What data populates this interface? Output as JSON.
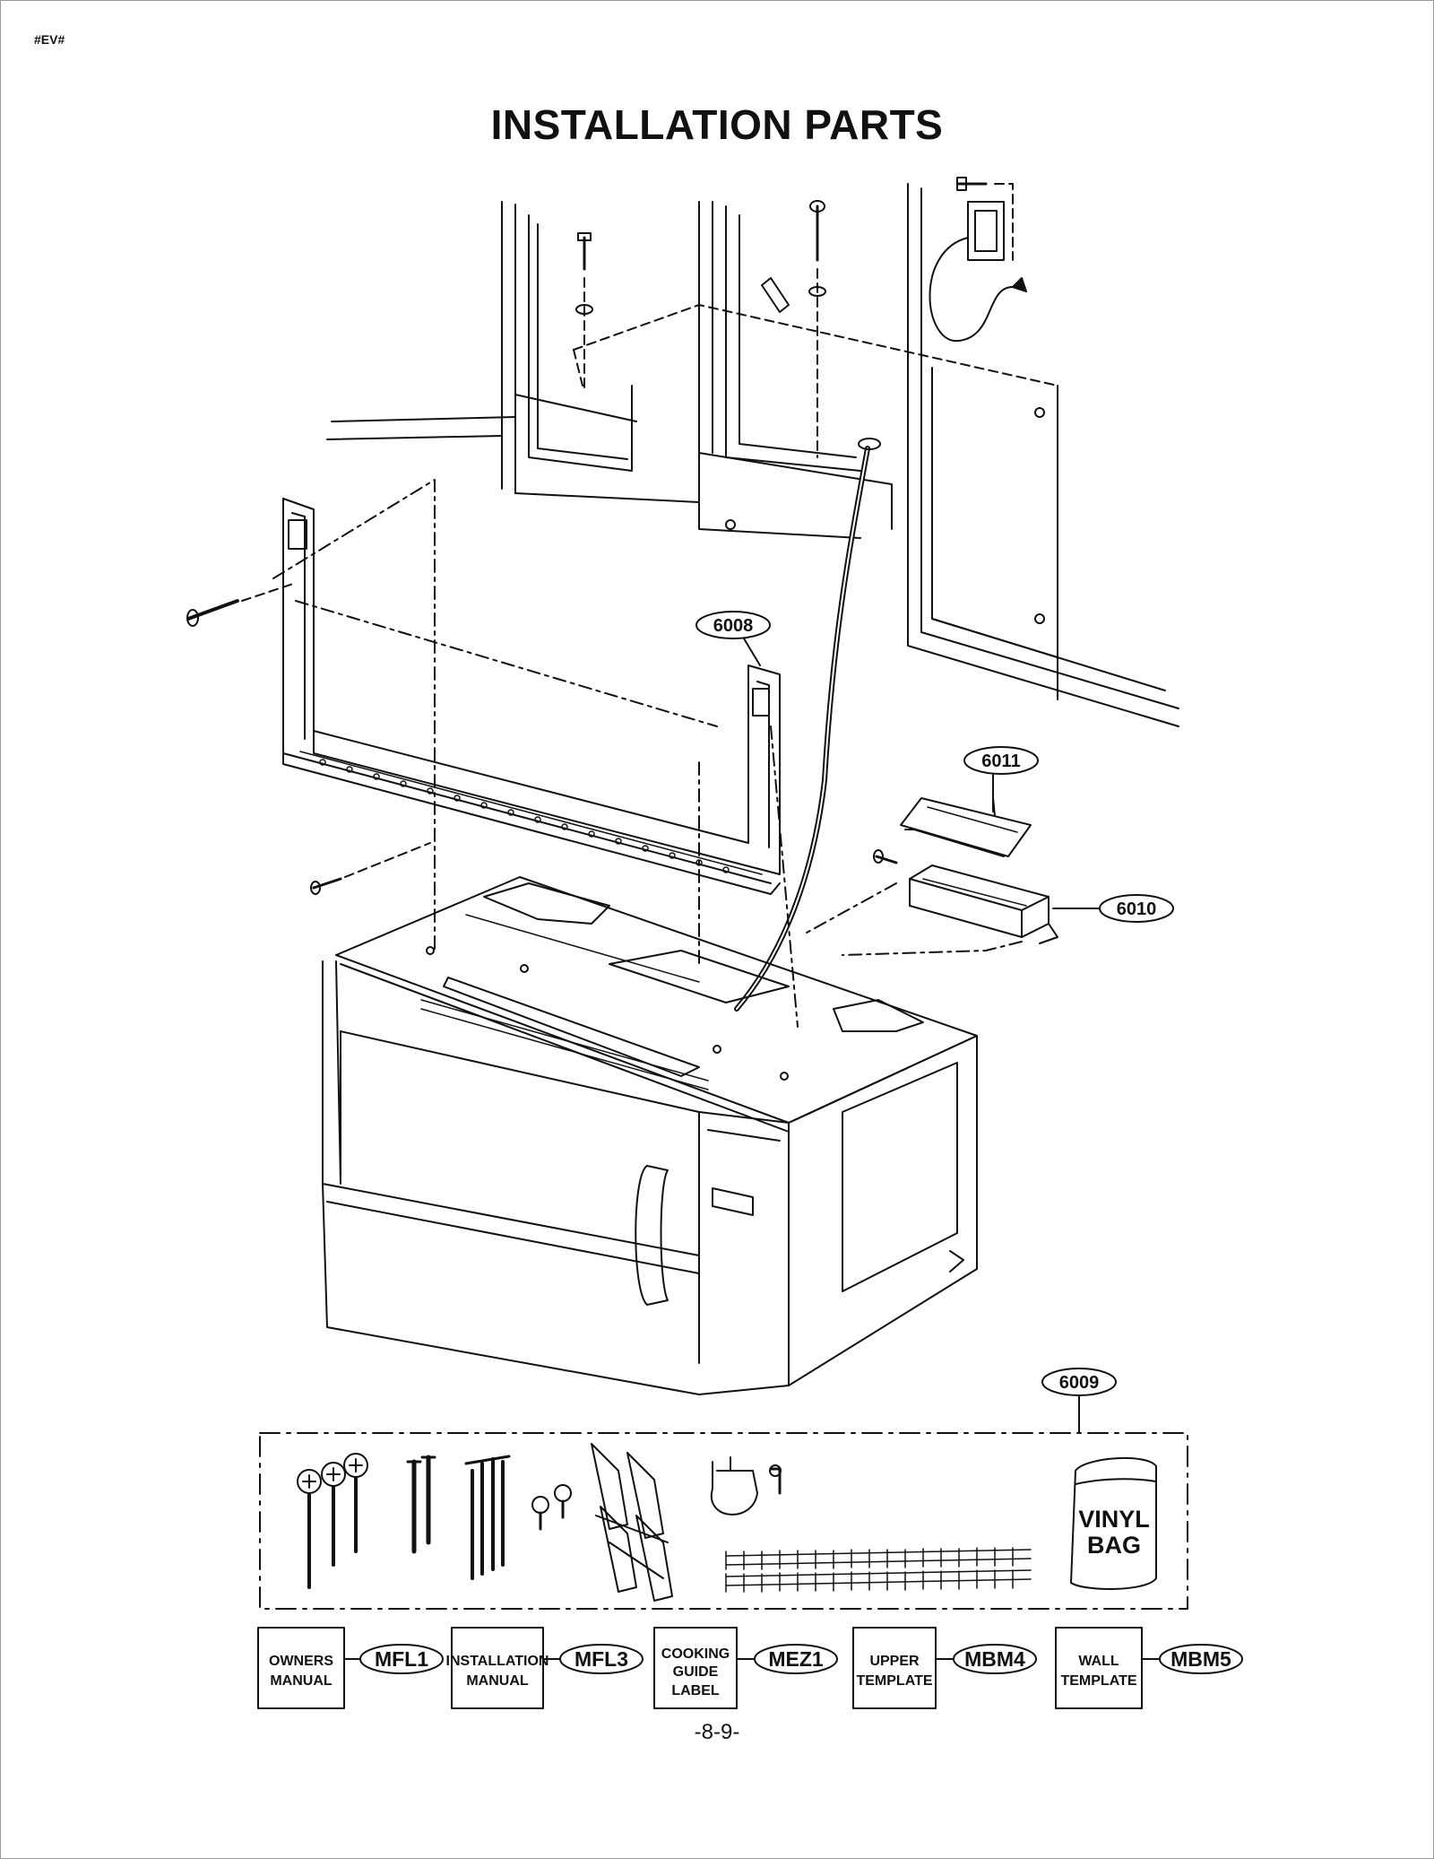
{
  "header": {
    "code": "#EV#",
    "title": "INSTALLATION PARTS"
  },
  "callouts": {
    "mounting_plate": "6008",
    "accessory_bag": "6009",
    "cover": "6011",
    "box": "6010"
  },
  "bag": {
    "line1": "VINYL",
    "line2": "BAG"
  },
  "documents": [
    {
      "lines": [
        "OWNERS",
        "MANUAL"
      ],
      "code": "MFL1"
    },
    {
      "lines": [
        "INSTALLATION",
        "MANUAL"
      ],
      "code": "MFL3"
    },
    {
      "lines": [
        "COOKING",
        "GUIDE",
        "LABEL"
      ],
      "code": "MEZ1"
    },
    {
      "lines": [
        "UPPER",
        "TEMPLATE"
      ],
      "code": "MBM4"
    },
    {
      "lines": [
        "WALL",
        "TEMPLATE"
      ],
      "code": "MBM5"
    }
  ],
  "footer": {
    "page": "-8-9-"
  }
}
